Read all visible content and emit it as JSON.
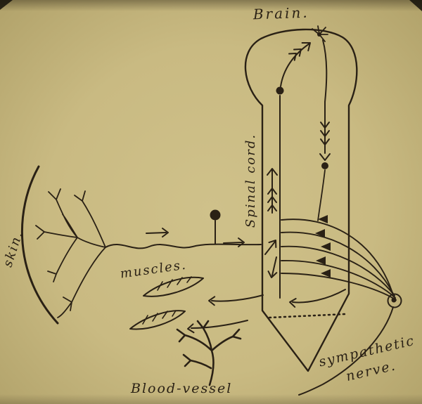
{
  "colors": {
    "paper": "#c9ba82",
    "ink": "#2a2115"
  },
  "labels": {
    "brain": "Brain.",
    "spinal_cord": "Spinal cord.",
    "skin": "skin.",
    "muscles": "muscles.",
    "blood_vessel": "Blood-vessel",
    "sympathetic_line1": "sympathetic",
    "sympathetic_line2": "nerve."
  }
}
